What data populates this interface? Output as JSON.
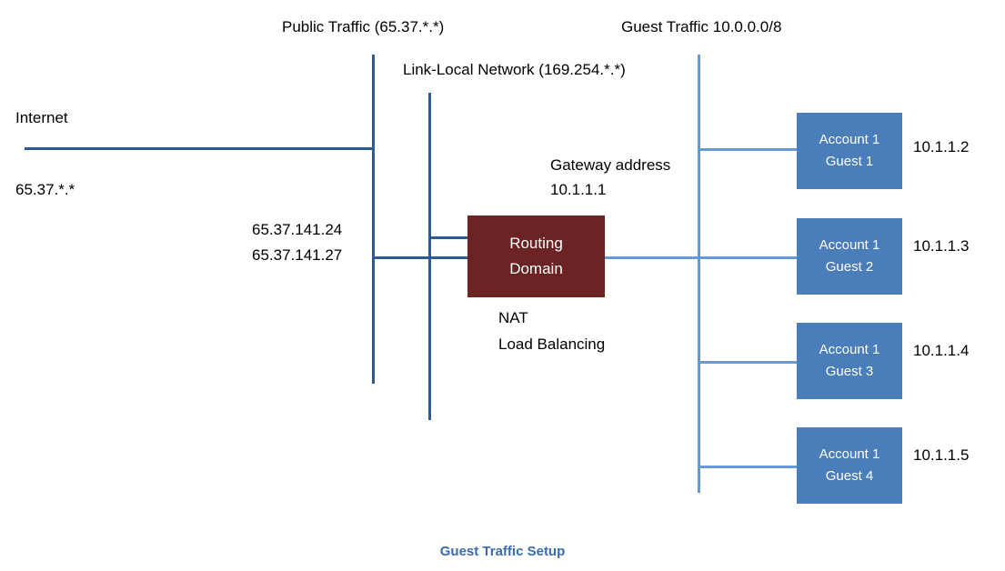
{
  "caption": "Guest Traffic Setup",
  "network_labels": {
    "public_traffic": "Public Traffic (65.37.*.*)",
    "link_local": "Link-Local Network (169.254.*.*)",
    "guest_traffic": "Guest Traffic 10.0.0.0/8"
  },
  "internet": {
    "title": "Internet",
    "subnet": "65.37.*.*"
  },
  "public_ips": {
    "ip_1": "65.37.141.24",
    "ip_2": "65.37.141.27"
  },
  "gateway": {
    "line_1": "Gateway address",
    "line_2": "10.1.1.1"
  },
  "routing_domain": {
    "line_1": "Routing",
    "line_2": "Domain",
    "feature_1": "NAT",
    "feature_2": "Load Balancing",
    "color": "#6B2323"
  },
  "guests": [
    {
      "account": "Account 1",
      "name": "Guest 1",
      "ip": "10.1.1.2"
    },
    {
      "account": "Account 1",
      "name": "Guest 2",
      "ip": "10.1.1.3"
    },
    {
      "account": "Account 1",
      "name": "Guest 3",
      "ip": "10.1.1.4"
    },
    {
      "account": "Account 1",
      "name": "Guest 4",
      "ip": "10.1.1.5"
    }
  ],
  "colors": {
    "guest_box": "#4A7EBB",
    "routing_box": "#6B2323",
    "line_dark": "#2E5A94",
    "line_light": "#6699D6",
    "caption": "#3B6CB0"
  }
}
